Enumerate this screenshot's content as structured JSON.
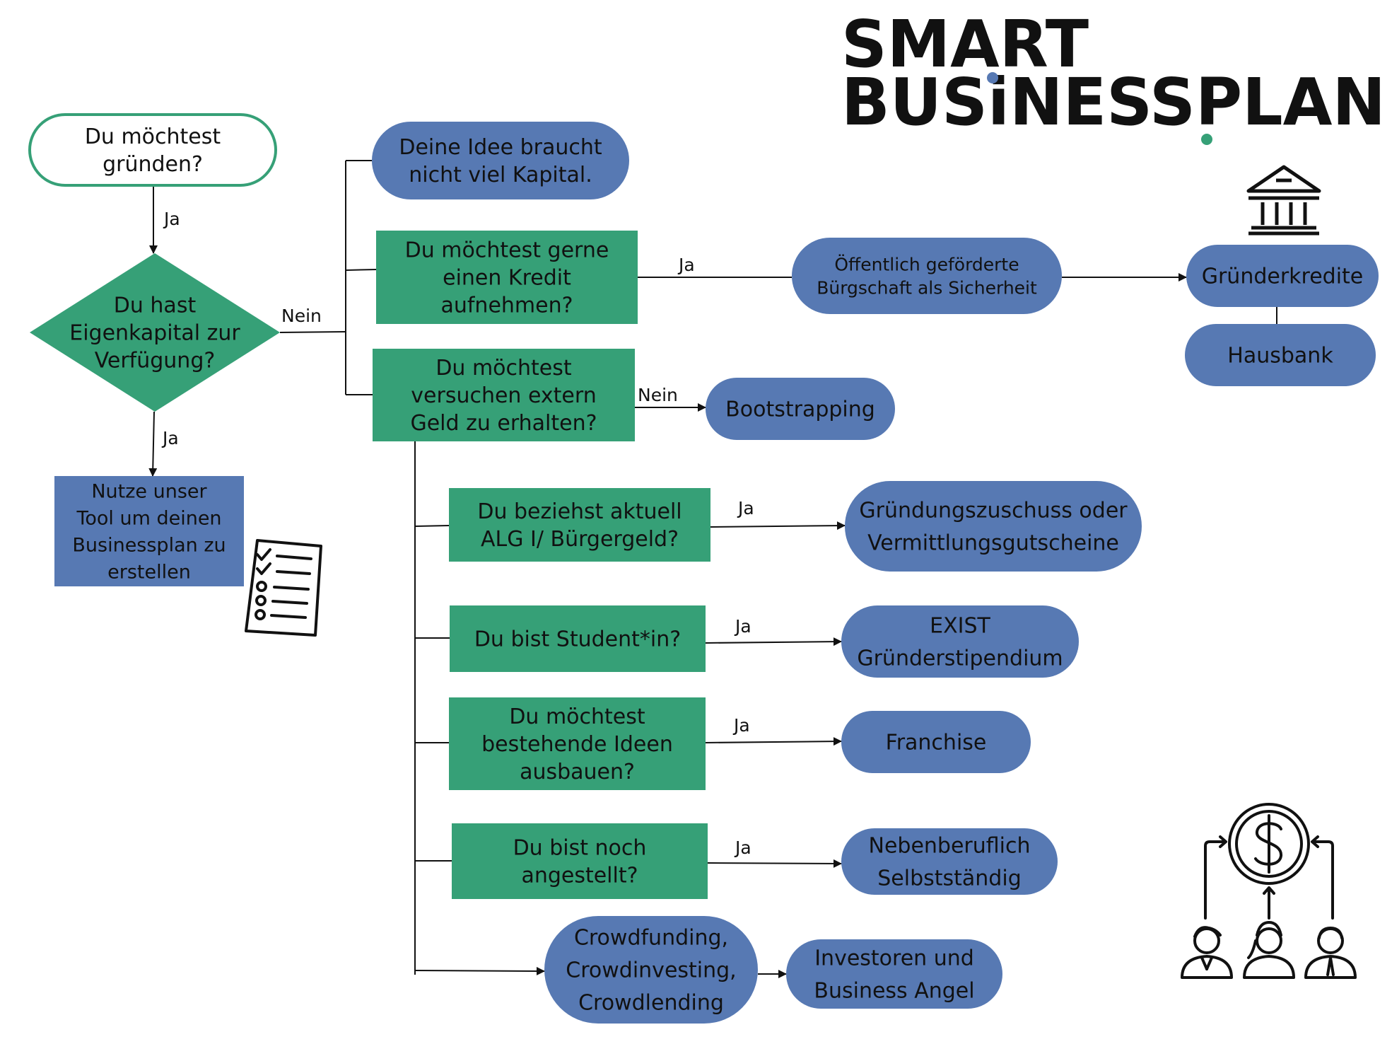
{
  "logo": {
    "line1": "SMART",
    "line2": "BUSiNESSPLAN"
  },
  "colors": {
    "green": "#36a077",
    "blue": "#5779b3",
    "edge": "#111111",
    "text": "#111111",
    "logo_dot_blue": "#5779b3",
    "logo_dot_green": "#36a077"
  },
  "icons": {
    "bank": "bank-icon",
    "checklist": "checklist-icon",
    "funding": "people-funding-dollar-icon"
  },
  "nodes": {
    "start": [
      "Du möchtest",
      "gründen?"
    ],
    "equity": [
      "Du hast",
      "Eigenkapital zur",
      "Verfügung?"
    ],
    "tool": [
      "Nutze unser",
      "Tool um deinen",
      "Businessplan zu",
      "erstellen"
    ],
    "little_capital": [
      "Deine Idee braucht",
      "nicht viel Kapital."
    ],
    "credit": [
      "Du möchtest gerne",
      "einen Kredit",
      "aufnehmen?"
    ],
    "guarantee": [
      "Öffentlich geförderte",
      "Bürgschaft als Sicherheit"
    ],
    "founder_loans": [
      "Gründerkredite"
    ],
    "house_bank": [
      "Hausbank"
    ],
    "external": [
      "Du möchtest",
      "versuchen extern",
      "Geld zu erhalten?"
    ],
    "bootstrapping": [
      "Bootstrapping"
    ],
    "alg": [
      "Du beziehst aktuell",
      "ALG I/ Bürgergeld?"
    ],
    "grant": [
      "Gründungszuschuss oder",
      "Vermittlungsgutscheine"
    ],
    "student": [
      "Du bist Student*in?"
    ],
    "exist": [
      "EXIST",
      "Gründerstipendium"
    ],
    "expand": [
      "Du möchtest",
      "bestehende Ideen",
      "ausbauen?"
    ],
    "franchise": [
      "Franchise"
    ],
    "employed": [
      "Du bist noch",
      "angestellt?"
    ],
    "sideline": [
      "Nebenberuflich",
      "Selbstständig"
    ],
    "crowd": [
      "Crowdfunding,",
      "Crowdinvesting,",
      "Crowdlending"
    ],
    "investors": [
      "Investoren und",
      "Business Angel"
    ]
  },
  "edge_labels": {
    "start_equity": "Ja",
    "equity_tool": "Ja",
    "equity_branch": "Nein",
    "credit_guarantee": "Ja",
    "external_bootstrapping": "Nein",
    "alg_grant": "Ja",
    "student_exist": "Ja",
    "expand_franchise": "Ja",
    "employed_sideline": "Ja"
  }
}
